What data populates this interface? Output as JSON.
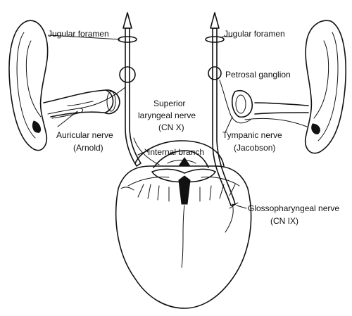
{
  "labels": {
    "jugular_left": "Jugular foramen",
    "jugular_right": "Jugular foramen",
    "petrosal": "Petrosal ganglion",
    "superior_1": "Superior",
    "superior_2": "laryngeal nerve",
    "superior_3": "(CN X)",
    "auricular_1": "Auricular nerve",
    "auricular_2": "(Arnold)",
    "tympanic_1": "Tympanic nerve",
    "tympanic_2": "(Jacobson)",
    "internal_branch": "Internal branch",
    "glosso_1": "Glossopharyngeal nerve",
    "glosso_2": "(CN IX)"
  },
  "colors": {
    "ink": "#111111",
    "paper": "#ffffff"
  }
}
